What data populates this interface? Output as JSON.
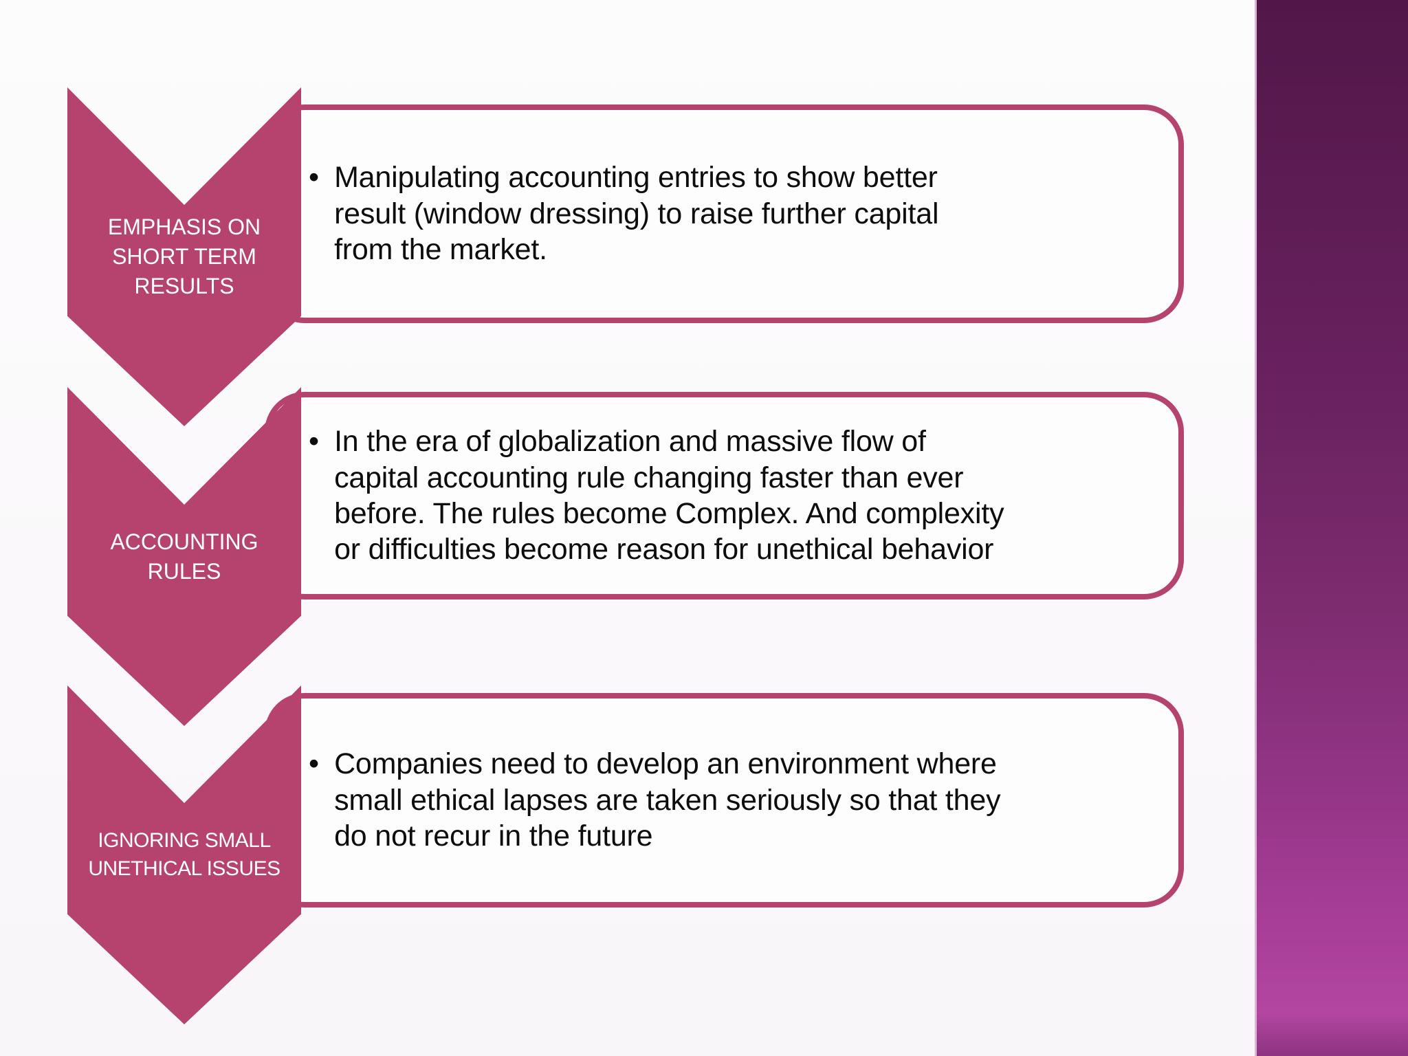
{
  "slide": {
    "colors": {
      "accent_pink": "#b5436d",
      "sidebar_top": "#521748",
      "sidebar_bottom": "#b246a1",
      "background": "#fbfafb",
      "text": "#0d0d0d",
      "label_text": "#ffffff"
    },
    "steps": [
      {
        "label": "EMPHASIS ON\nSHORT TERM\nRESULTS",
        "bullet": "•",
        "text": "Manipulating accounting entries to show better\nresult (window dressing) to raise further capital\nfrom the market."
      },
      {
        "label": "ACCOUNTING\nRULES",
        "bullet": "•",
        "text": "In the era of globalization and massive flow of\ncapital accounting rule changing faster than ever\nbefore. The rules become Complex. And complexity\nor difficulties become reason for unethical behavior"
      },
      {
        "label": "IGNORING SMALL\nUNETHICAL ISSUES",
        "bullet": "•",
        "text": "Companies need to develop an environment where\nsmall ethical lapses are taken seriously so that they\ndo not recur in the future"
      }
    ]
  }
}
